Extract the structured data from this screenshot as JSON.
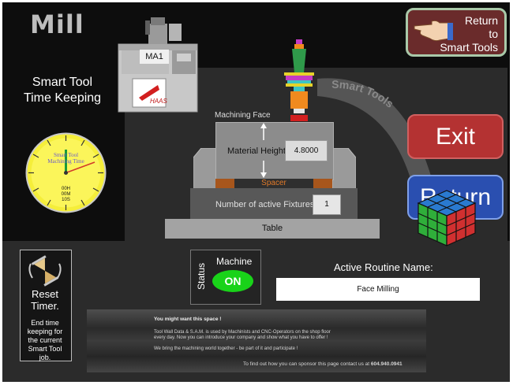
{
  "header": {
    "title": "Mill",
    "machine_label": "MA1"
  },
  "section": {
    "line1": "Smart Tool",
    "line2": "Time Keeping"
  },
  "clock": {
    "text1": "Smart Tool",
    "text2": "Machining Time",
    "d1": "00H",
    "d2": "00M",
    "d3": "10S"
  },
  "nav": {
    "return_smart_line1": "Return",
    "return_smart_line2": "to",
    "return_smart_line3": "Smart Tools",
    "exit_label": "Exit",
    "return_label": "Return",
    "arc_text": "Smart Tools"
  },
  "setup": {
    "machining_face": "Machining Face",
    "material_height_label": "Material Height",
    "material_height_value": "4.8000",
    "spacer_label": "Spacer",
    "fixtures_label": "Number of active Fixtures",
    "fixtures_value": "1",
    "table_label": "Table"
  },
  "status": {
    "title": "Machine",
    "side_label": "Status",
    "value": "ON"
  },
  "routine": {
    "label": "Active Routine Name:",
    "value": "Face Milling"
  },
  "reset": {
    "line1": "Reset",
    "line2": "Timer.",
    "d1": "End time",
    "d2": "keeping for",
    "d3": "the current",
    "d4": "Smart Tool",
    "d5": "job."
  },
  "sponsor": {
    "line1": "You might want this space !",
    "line2": "Tool Wall Data & S.A.M. is used by Machinists and CNC-Operators on the shop floor",
    "line3": "every day. Now you can introduce your company and show what you have to offer !",
    "line4": "We bring the machining world together  -  be part of it and  participate !",
    "line5": "To find out how you can sponsor this page contact us at",
    "phone": "604.940.0941"
  },
  "colors": {
    "exit": "#b43232",
    "return": "#2a4fb0",
    "on": "#19d319",
    "spacer": "#a7561c"
  }
}
